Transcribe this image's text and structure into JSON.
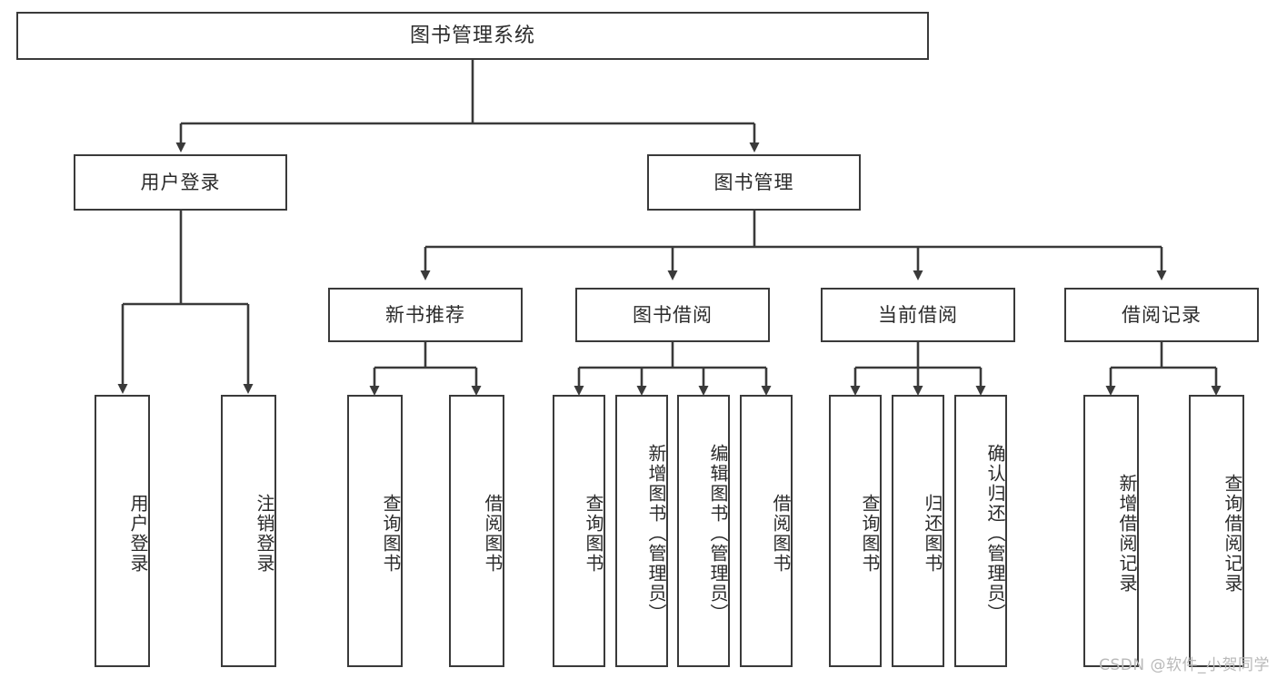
{
  "diagram": {
    "type": "tree",
    "title": "图书管理系统",
    "root": {
      "id": "root",
      "label": "图书管理系统"
    },
    "level2": [
      {
        "id": "user-login",
        "label": "用户登录"
      },
      {
        "id": "book-manage",
        "label": "图书管理"
      }
    ],
    "level3": [
      {
        "id": "new-book-rec",
        "label": "新书推荐"
      },
      {
        "id": "book-borrow",
        "label": "图书借阅"
      },
      {
        "id": "current-borrow",
        "label": "当前借阅"
      },
      {
        "id": "borrow-record",
        "label": "借阅记录"
      }
    ],
    "leaves": {
      "user_login": [
        {
          "id": "leaf-user-login",
          "label": "用户登录"
        },
        {
          "id": "leaf-logout",
          "label": "注销登录"
        }
      ],
      "new_book_rec": [
        {
          "id": "leaf-query-book-1",
          "label": "查询图书"
        },
        {
          "id": "leaf-borrow-book-1",
          "label": "借阅图书"
        }
      ],
      "book_borrow": [
        {
          "id": "leaf-query-book-2",
          "label": "查询图书"
        },
        {
          "id": "leaf-add-book",
          "label": "新增图书（管理员）"
        },
        {
          "id": "leaf-edit-book",
          "label": "编辑图书（管理员）"
        },
        {
          "id": "leaf-borrow-book-2",
          "label": "借阅图书"
        }
      ],
      "current_borrow": [
        {
          "id": "leaf-query-book-3",
          "label": "查询图书"
        },
        {
          "id": "leaf-return-book",
          "label": "归还图书"
        },
        {
          "id": "leaf-confirm-return",
          "label": "确认归还（管理员）"
        }
      ],
      "borrow_record": [
        {
          "id": "leaf-add-record",
          "label": "新增借阅记录"
        },
        {
          "id": "leaf-query-record",
          "label": "查询借阅记录"
        }
      ]
    }
  },
  "colors": {
    "stroke": "#3a3a3a",
    "text": "#2b2b2b",
    "background": "#ffffff",
    "watermark": "#b9b9b9"
  },
  "watermark": {
    "text": "CSDN @软件_小贺同学"
  }
}
